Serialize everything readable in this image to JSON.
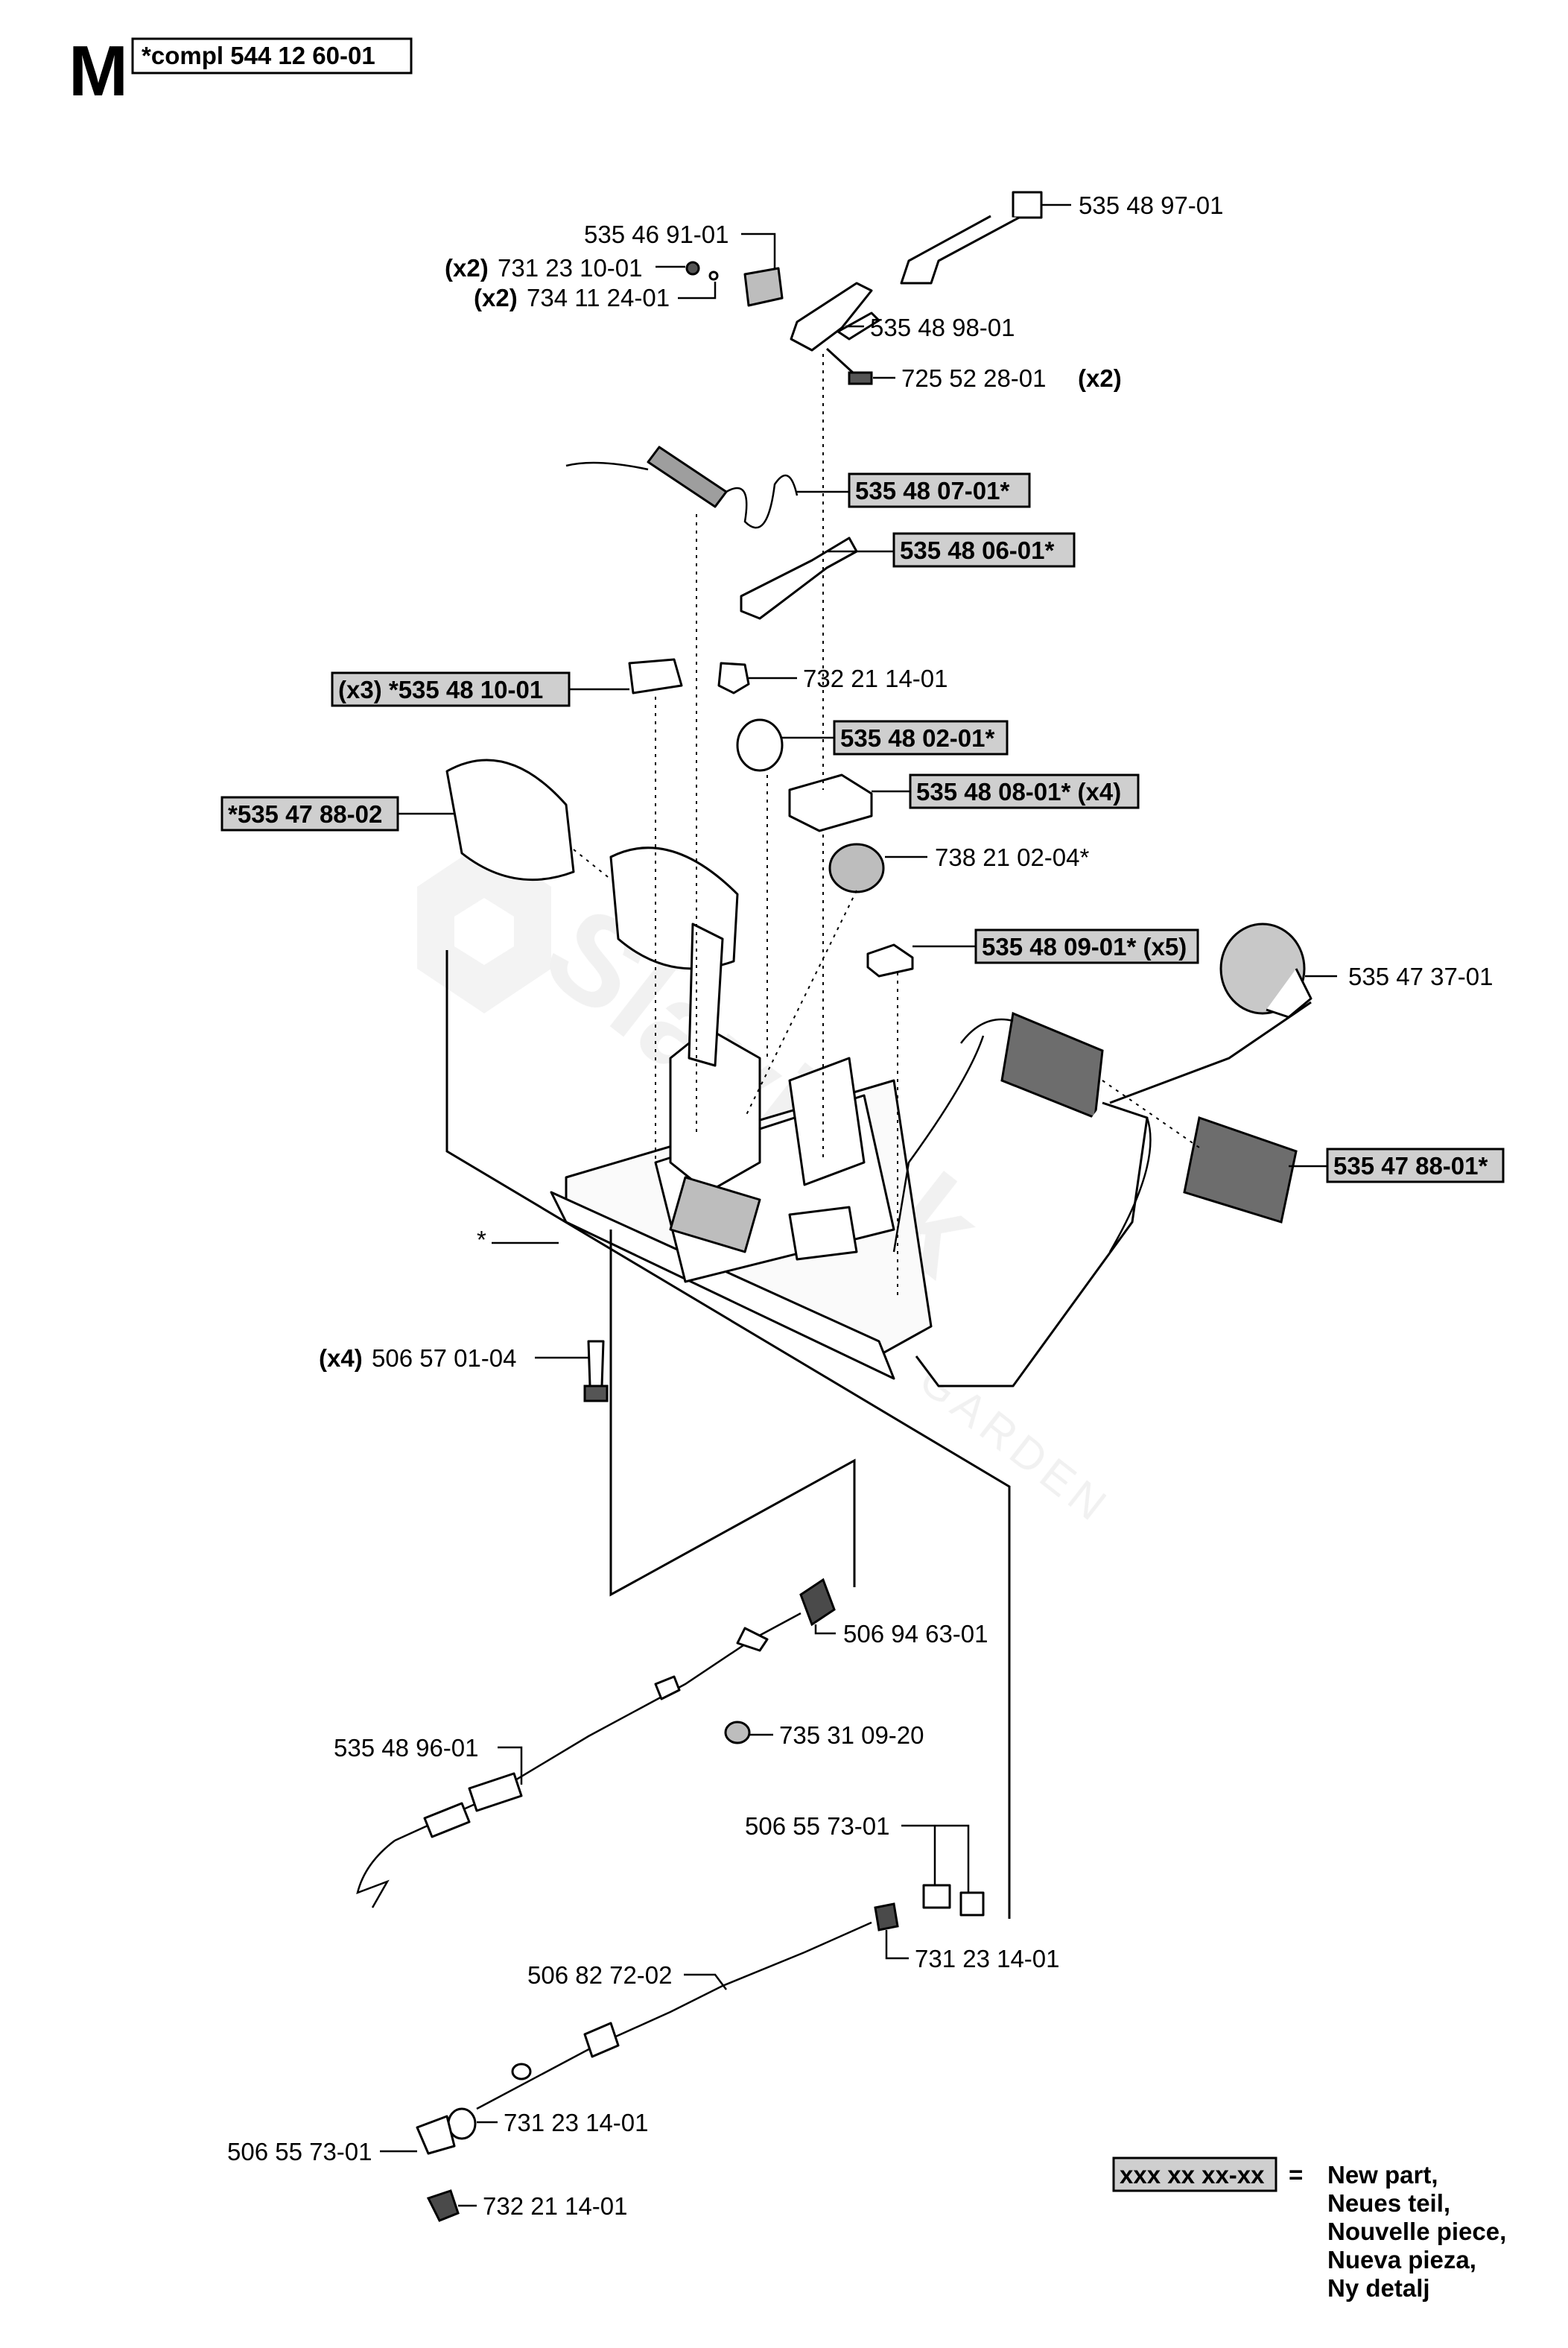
{
  "section_letter": "M",
  "assembly_ref": "*compl 544 12 60-01",
  "watermark": {
    "text": "Slavicek",
    "subtext": "GARDEN"
  },
  "callouts": [
    {
      "id": "c01",
      "qty": "",
      "number": "535 48 97-01",
      "suffix": "",
      "boxed": false
    },
    {
      "id": "c02",
      "qty": "",
      "number": "535 46 91-01",
      "suffix": "",
      "boxed": false
    },
    {
      "id": "c03",
      "qty": "(x2)",
      "number": "731 23 10-01",
      "suffix": "",
      "boxed": false
    },
    {
      "id": "c04",
      "qty": "(x2)",
      "number": "734 11 24-01",
      "suffix": "",
      "boxed": false
    },
    {
      "id": "c05",
      "qty": "",
      "number": "535 48 98-01",
      "suffix": "",
      "boxed": false
    },
    {
      "id": "c06",
      "qty": "",
      "number": "725 52 28-01",
      "suffix": "(x2)",
      "boxed": false
    },
    {
      "id": "c07",
      "qty": "",
      "number": "535 48 07-01*",
      "suffix": "",
      "boxed": true
    },
    {
      "id": "c08",
      "qty": "",
      "number": "535 48 06-01*",
      "suffix": "",
      "boxed": true
    },
    {
      "id": "c09",
      "qty": "",
      "number": "(x3) *535 48 10-01",
      "suffix": "",
      "boxed": true
    },
    {
      "id": "c10",
      "qty": "",
      "number": "732 21 14-01",
      "suffix": "",
      "boxed": false
    },
    {
      "id": "c11",
      "qty": "",
      "number": "535 48 02-01*",
      "suffix": "",
      "boxed": true
    },
    {
      "id": "c12",
      "qty": "",
      "number": "535 48 08-01* (x4)",
      "suffix": "",
      "boxed": true
    },
    {
      "id": "c13",
      "qty": "",
      "number": "*535 47 88-02",
      "suffix": "",
      "boxed": true
    },
    {
      "id": "c14",
      "qty": "",
      "number": "738 21 02-04*",
      "suffix": "",
      "boxed": false
    },
    {
      "id": "c15",
      "qty": "",
      "number": "535 48 09-01* (x5)",
      "suffix": "",
      "boxed": true
    },
    {
      "id": "c16",
      "qty": "",
      "number": "535 47 37-01",
      "suffix": "",
      "boxed": false
    },
    {
      "id": "c17",
      "qty": "",
      "number": "535 47 88-01*",
      "suffix": "",
      "boxed": true
    },
    {
      "id": "c18",
      "qty": "",
      "number": "*",
      "suffix": "",
      "boxed": false
    },
    {
      "id": "c19",
      "qty": "(x4)",
      "number": "506 57 01-04",
      "suffix": "",
      "boxed": false
    },
    {
      "id": "c20",
      "qty": "",
      "number": "506 94 63-01",
      "suffix": "",
      "boxed": false
    },
    {
      "id": "c21",
      "qty": "",
      "number": "735 31 09-20",
      "suffix": "",
      "boxed": false
    },
    {
      "id": "c22",
      "qty": "",
      "number": "535 48 96-01",
      "suffix": "",
      "boxed": false
    },
    {
      "id": "c23",
      "qty": "",
      "number": "506 55 73-01",
      "suffix": "",
      "boxed": false
    },
    {
      "id": "c24",
      "qty": "",
      "number": "731 23 14-01",
      "suffix": "",
      "boxed": false
    },
    {
      "id": "c25",
      "qty": "",
      "number": "506 82 72-02",
      "suffix": "",
      "boxed": false
    },
    {
      "id": "c26",
      "qty": "",
      "number": "731 23 14-01",
      "suffix": "",
      "boxed": false
    },
    {
      "id": "c27",
      "qty": "",
      "number": "506 55 73-01",
      "suffix": "",
      "boxed": false
    },
    {
      "id": "c28",
      "qty": "",
      "number": "732 21 14-01",
      "suffix": "",
      "boxed": false
    }
  ],
  "legend": {
    "sample": "xxx xx xx-xx",
    "equals": "=",
    "lines": [
      "New part,",
      "Neues teil,",
      "Nouvelle piece,",
      "Nueva pieza,",
      "Ny detalj"
    ]
  }
}
